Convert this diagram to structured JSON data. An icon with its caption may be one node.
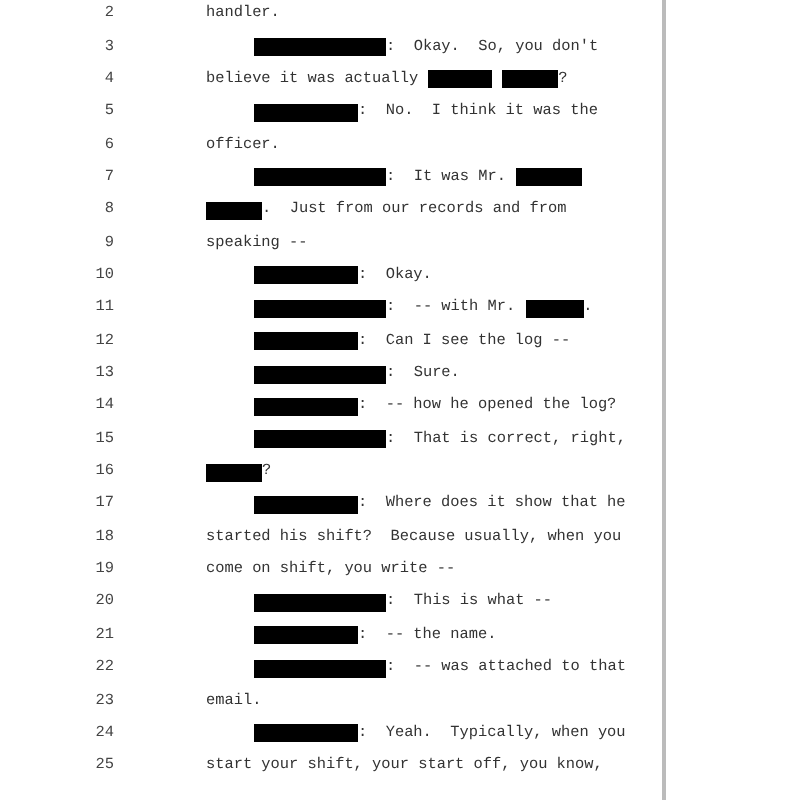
{
  "diagram": {
    "labels": [
      "2",
      "handler.",
      "3",
      ":  Okay.  So, you don't",
      "4",
      "believe it was actually",
      "?",
      "5",
      ":  No.  I think it was the",
      "6",
      "officer.",
      "7",
      ":  It was Mr.",
      "8",
      ".  Just from our records and from",
      "9",
      "speaking --",
      "10",
      ":  Okay.",
      "11",
      ":  -- with Mr.",
      ".",
      "12",
      ":  Can I see the log --",
      "13",
      ":  Sure.",
      "14",
      ":  -- how he opened the log?",
      "15",
      ":  That is correct, right,",
      "16",
      "?",
      "17",
      ":  Where does it show that he",
      "18",
      "started his shift?  Because usually, when you",
      "19",
      "come on shift, you write --",
      "20",
      ":  This is what --",
      "21",
      ":  -- the name.",
      "22",
      ":  -- was attached to that",
      "23",
      "email.",
      "24",
      ":  Yeah.  Typically, when you",
      "25",
      "start your shift, your start off, you know,"
    ]
  }
}
